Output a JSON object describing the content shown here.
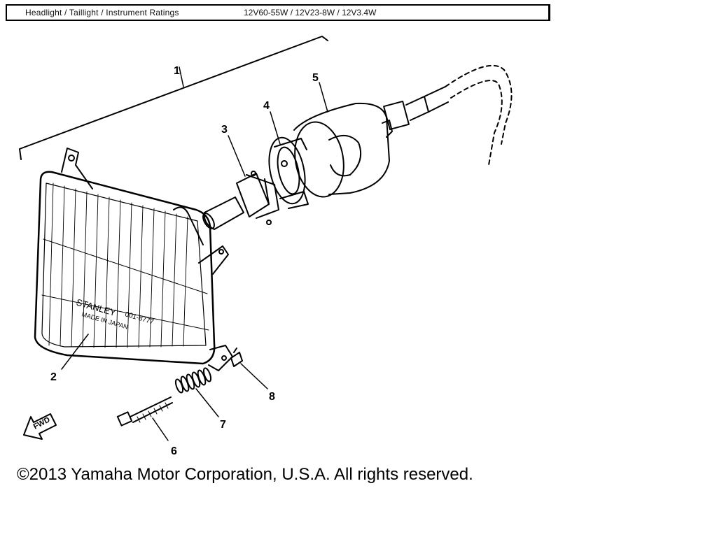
{
  "header": {
    "name": "Headlight / Taillight / Instrument Ratings",
    "values": "12V60-55W / 12V23-8W / 12V3.4W"
  },
  "callouts": {
    "c1": "1",
    "c2": "2",
    "c3": "3",
    "c4": "4",
    "c5": "5",
    "c6": "6",
    "c7": "7",
    "c8": "8"
  },
  "lens": {
    "brand": "STANLEY",
    "part_no": "001-8777",
    "made_in": "MADE IN JAPAN"
  },
  "fwd_label": "FWD",
  "footer": {
    "copyright": "©2013 Yamaha Motor Corporation, U.S.A. All rights reserved."
  }
}
